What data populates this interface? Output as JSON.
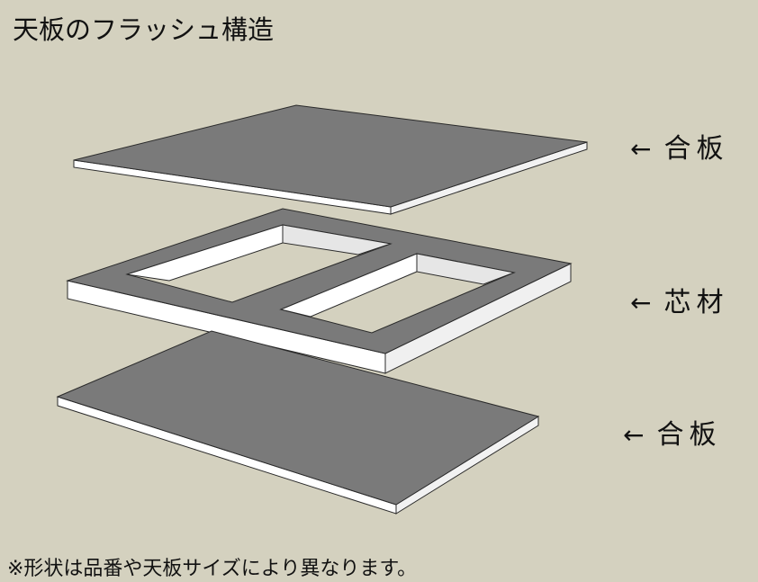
{
  "title": "天板のフラッシュ構造",
  "layers": [
    {
      "id": "top",
      "arrow": "←",
      "label": "合板"
    },
    {
      "id": "core",
      "arrow": "←",
      "label": "芯材"
    },
    {
      "id": "bottom",
      "arrow": "←",
      "label": "合板"
    }
  ],
  "note": "※形状は品番や天板サイズにより異なります。",
  "colors": {
    "background": "#d4d1bf",
    "panel_face": "#7a7a7a",
    "panel_edge": "#ffffff",
    "inner_wall": "#e6e6e6",
    "outline": "#2a2a2a"
  }
}
